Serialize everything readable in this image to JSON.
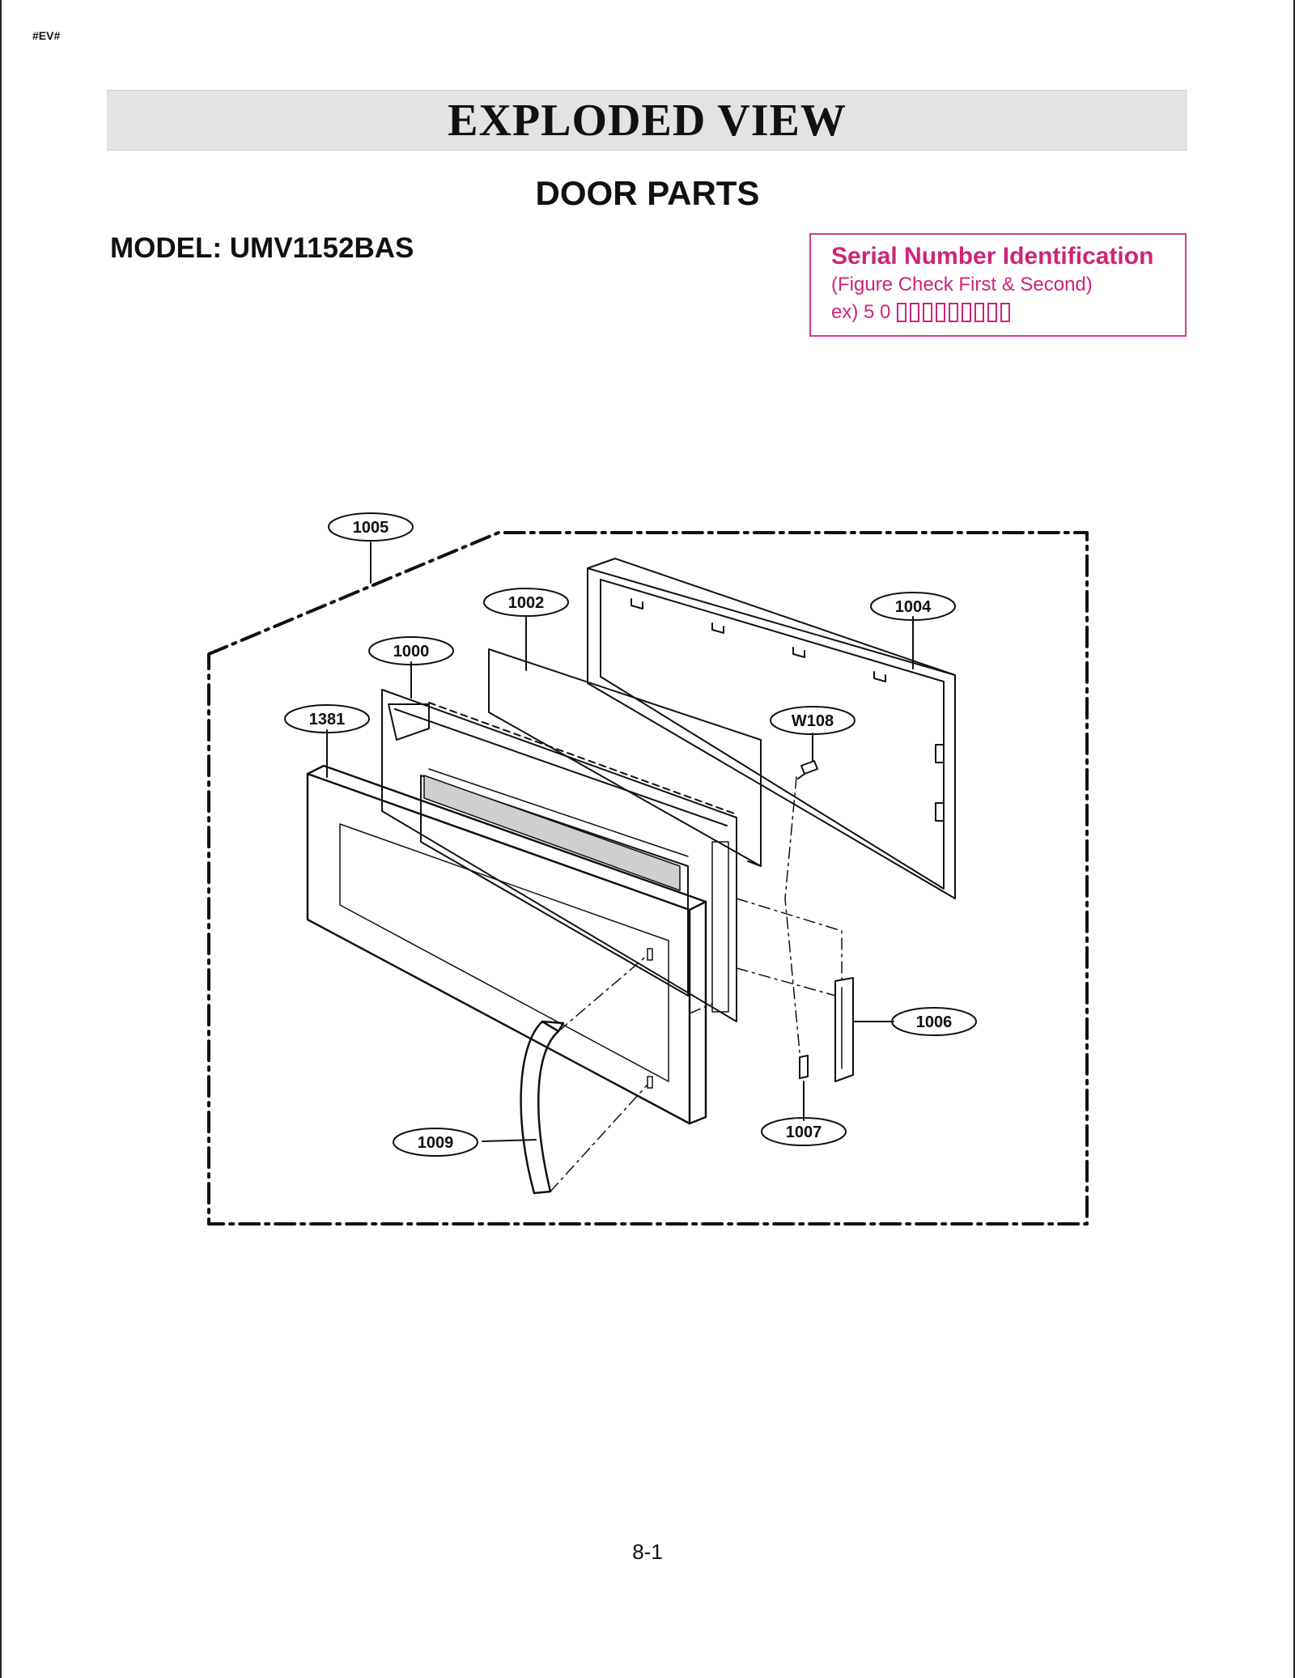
{
  "header": {
    "tag": "#EV#"
  },
  "title": "EXPLODED VIEW",
  "subtitle": "DOOR PARTS",
  "model": "MODEL: UMV1152BAS",
  "serial_box": {
    "title": "Serial Number Identification",
    "subtitle": "(Figure Check First & Second)",
    "example_prefix": "ex) 5 0",
    "example_box_count": 9,
    "color": "#d0237a"
  },
  "parts": {
    "p1005": "1005",
    "p1002": "1002",
    "p1004": "1004",
    "p1000": "1000",
    "p1381": "1381",
    "pW108": "W108",
    "p1006": "1006",
    "p1007": "1007",
    "p1009": "1009"
  },
  "page_number": "8-1"
}
